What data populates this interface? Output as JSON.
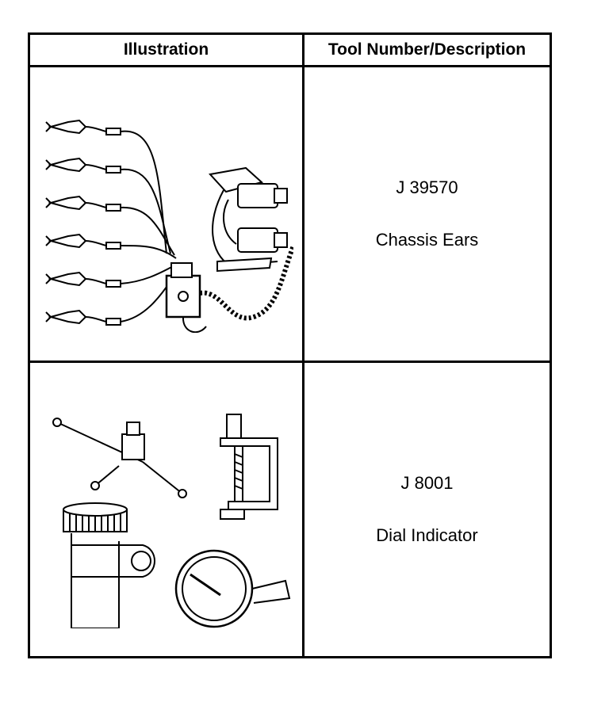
{
  "table": {
    "headers": {
      "illustration": "Illustration",
      "description": "Tool Number/Description"
    },
    "rows": [
      {
        "tool_number": "J 39570",
        "tool_name": "Chassis Ears",
        "illustration_icon": "chassis-ears-clamps-icon"
      },
      {
        "tool_number": "J 8001",
        "tool_name": "Dial Indicator",
        "illustration_icon": "dial-indicator-set-icon"
      }
    ]
  },
  "colors": {
    "line": "#000000",
    "background": "#ffffff"
  }
}
